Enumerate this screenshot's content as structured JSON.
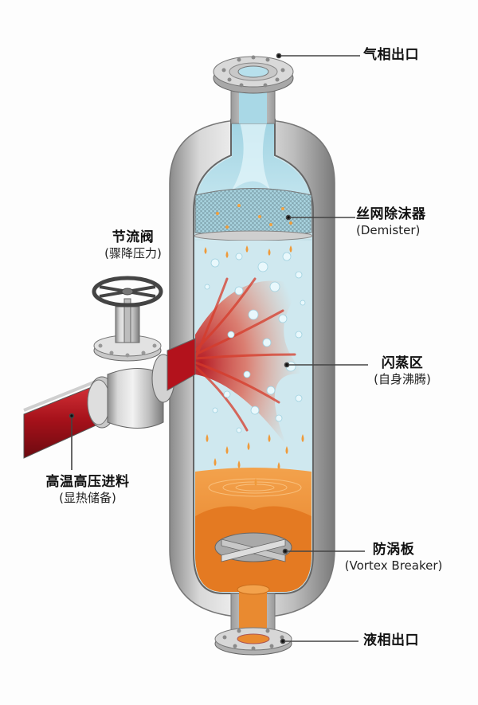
{
  "diagram": {
    "title": "",
    "colors": {
      "background": "#fdfdfd",
      "steel_light": "#e4e4e4",
      "steel_mid": "#b9b9b9",
      "steel_dark": "#7d7d7d",
      "vapor": "#bfe3ee",
      "vapor_deep": "#8fcbdc",
      "bubble": "#d9f2fa",
      "feed_red": "#b3121c",
      "flash_red": "#e0452e",
      "liquid_orange": "#f0913a",
      "liquid_deep": "#e3731f",
      "droplet": "#f09a3a",
      "leader_line": "#444444"
    },
    "labels": {
      "vapor_outlet": {
        "name": "气相出口"
      },
      "demister": {
        "name": "丝网除沫器",
        "sub": "(Demister)"
      },
      "throttle_valve": {
        "name": "节流阀",
        "sub": "(骤降压力)"
      },
      "flash_zone": {
        "name": "闪蒸区",
        "sub": "(自身沸腾)"
      },
      "feed": {
        "name": "高温高压进料",
        "sub": "(显热储备)"
      },
      "vortex_breaker": {
        "name": "防涡板",
        "sub": "(Vortex Breaker)"
      },
      "liquid_outlet": {
        "name": "液相出口"
      }
    },
    "components": [
      "vapor-outlet-flange",
      "vessel-shell",
      "wire-mesh-demister",
      "throttle-valve",
      "feed-pipe",
      "flash-zone",
      "liquid-pool",
      "vortex-breaker",
      "liquid-outlet-flange"
    ]
  }
}
